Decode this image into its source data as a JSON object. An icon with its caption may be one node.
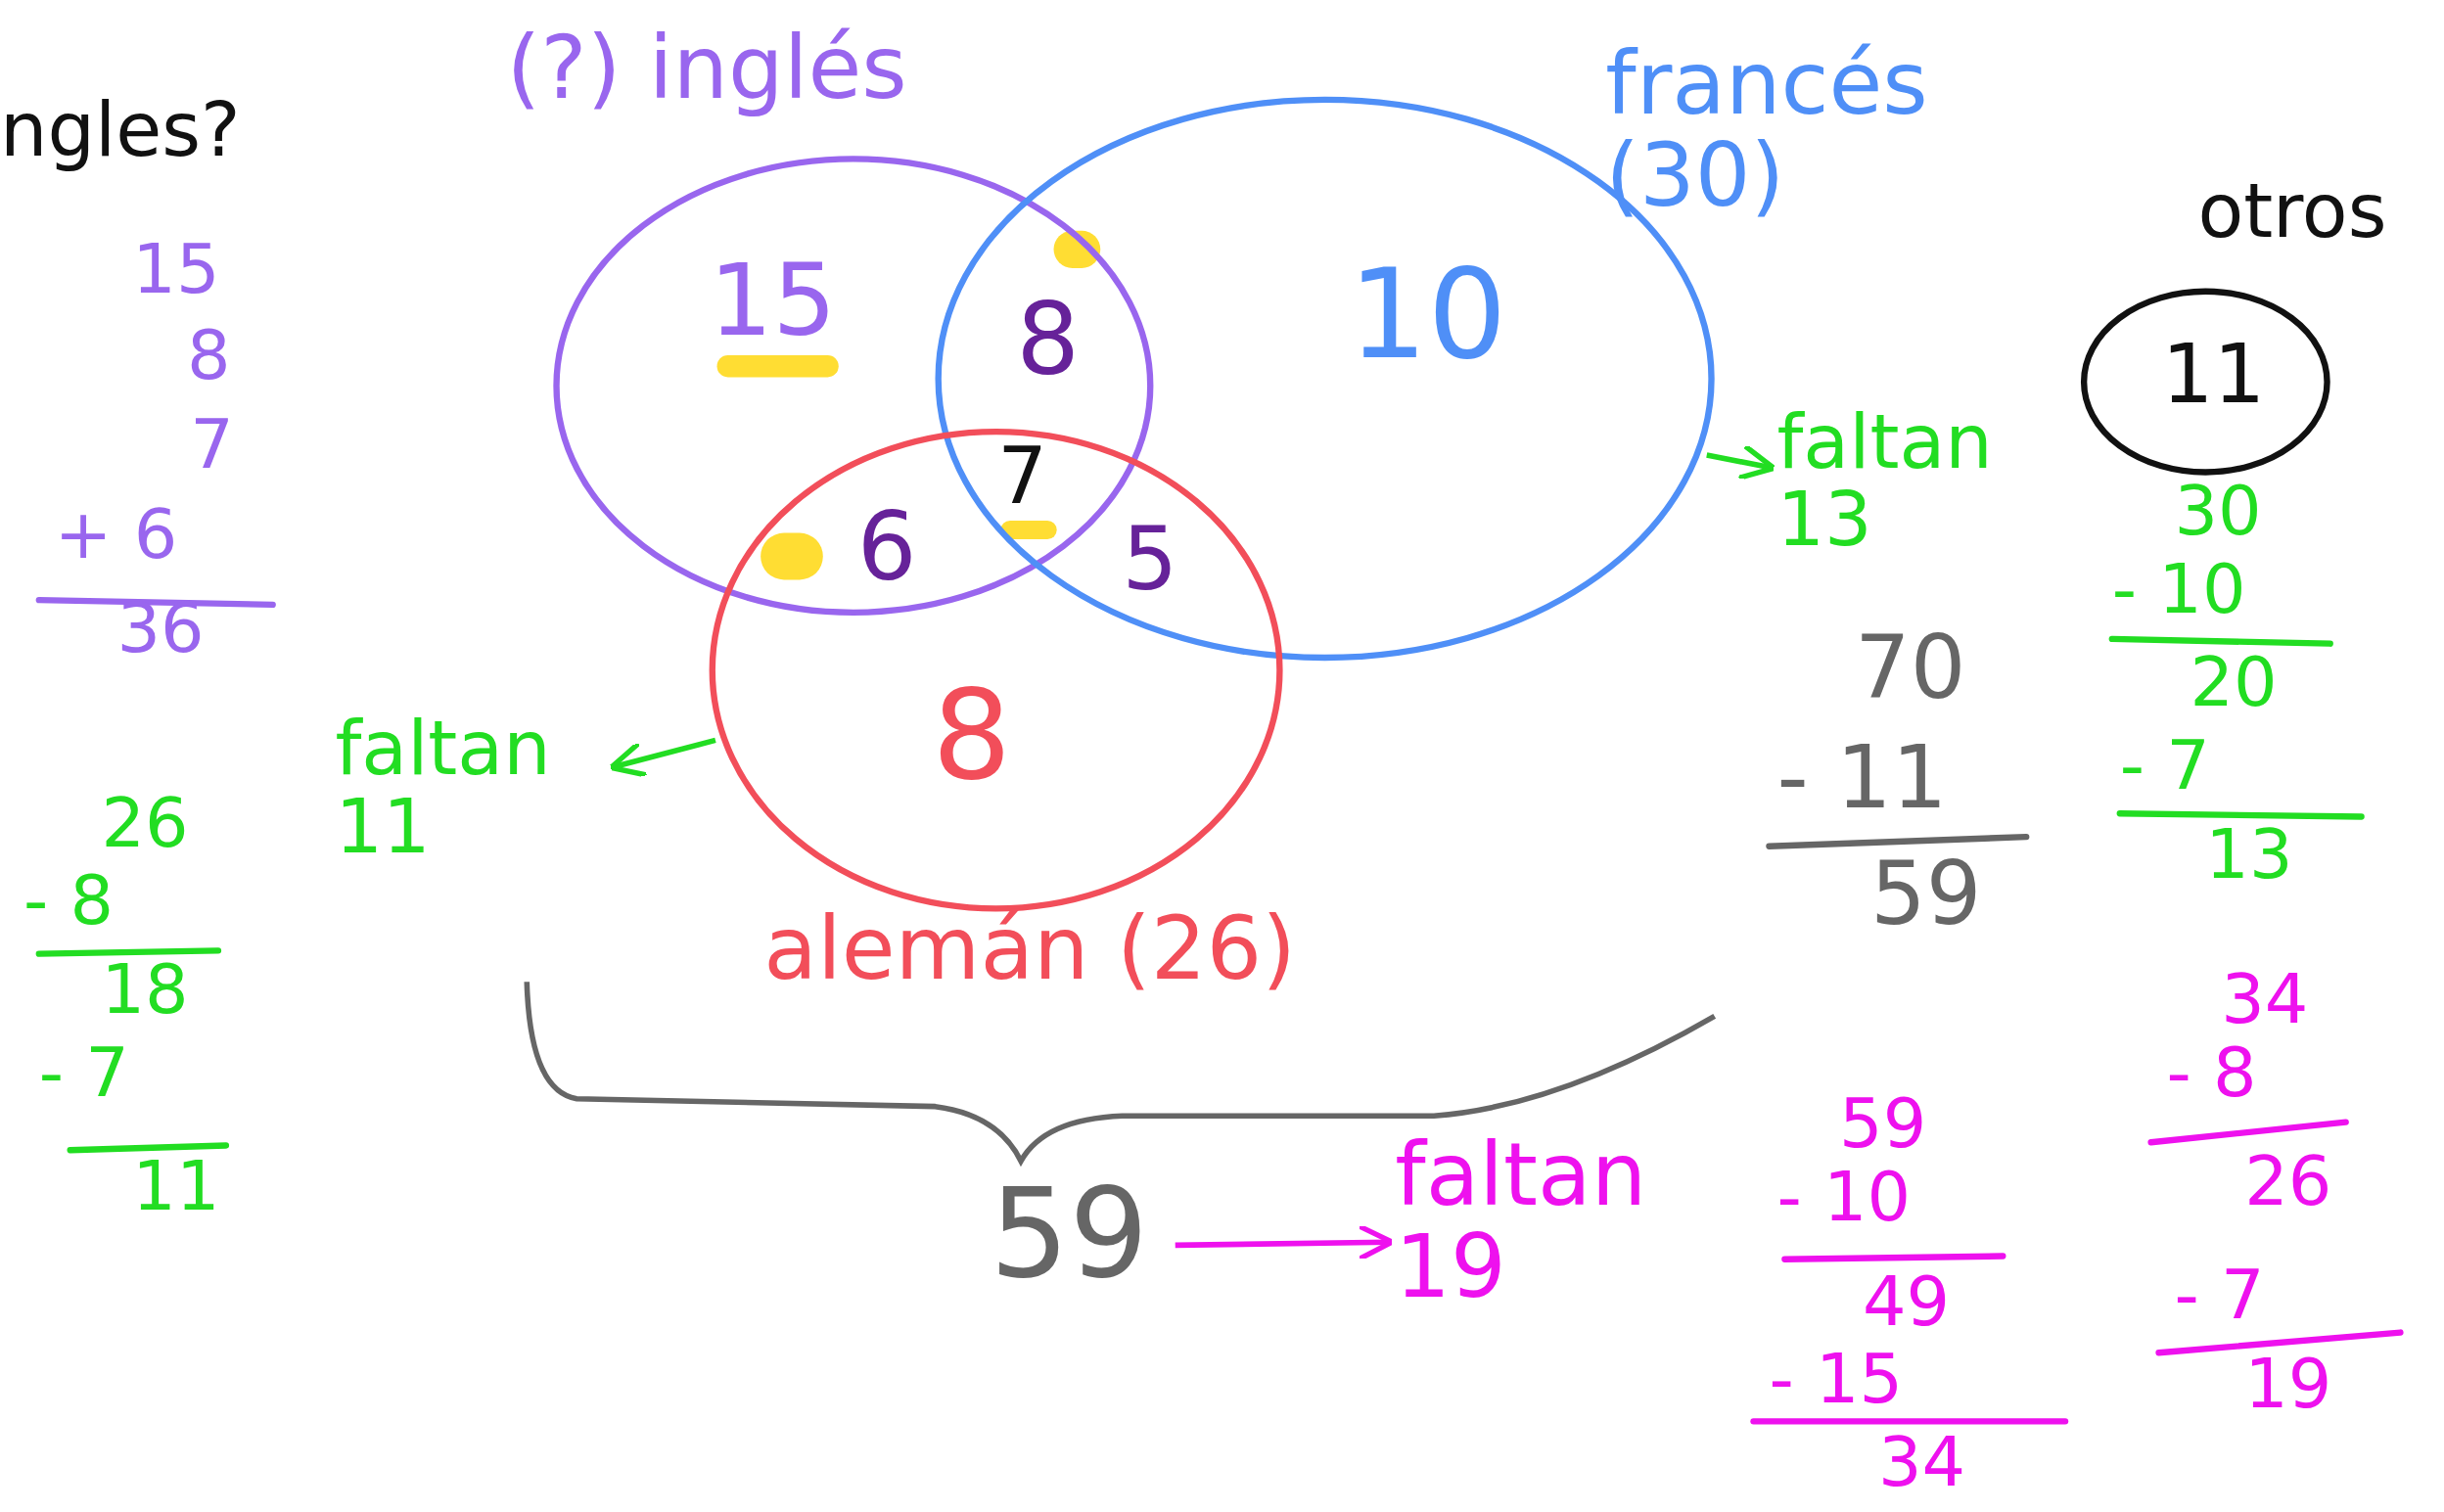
{
  "diagram": {
    "nodes": [
      {
        "text": [
          "(?) inglés"
        ]
      },
      {
        "text": [
          "francés (30)"
        ]
      },
      {
        "text": [
          "alemán (26)"
        ]
      },
      {
        "text": [
          "otros",
          "11"
        ]
      },
      {
        "text": [
          "faltan 11"
        ]
      },
      {
        "text": [
          "faltan 13"
        ]
      },
      {
        "text": [
          "59"
        ]
      },
      {
        "text": [
          "faltan 19"
        ]
      }
    ],
    "edges": [
      {
        "from": 2,
        "to": 4,
        "arrow": "to",
        "color": "#22dd22"
      },
      {
        "from": 1,
        "to": 5,
        "arrow": "to",
        "color": "#22dd22"
      },
      {
        "from": 6,
        "to": 7,
        "arrow": "to",
        "color": "#ee11ee"
      }
    ],
    "labels": [
      "ngles?",
      "15",
      "8",
      "7",
      "+ 6",
      "36",
      "15",
      "8",
      "10",
      "6",
      "7",
      "5",
      "8",
      "26",
      "- 8",
      "18",
      "- 7",
      "11",
      "70",
      "- 11",
      "59",
      "30",
      "- 10",
      "20",
      "- 7",
      "13",
      "59",
      "- 10",
      "49",
      "- 15",
      "34",
      "34",
      "- 8",
      "26",
      "- 7",
      "19"
    ]
  }
}
